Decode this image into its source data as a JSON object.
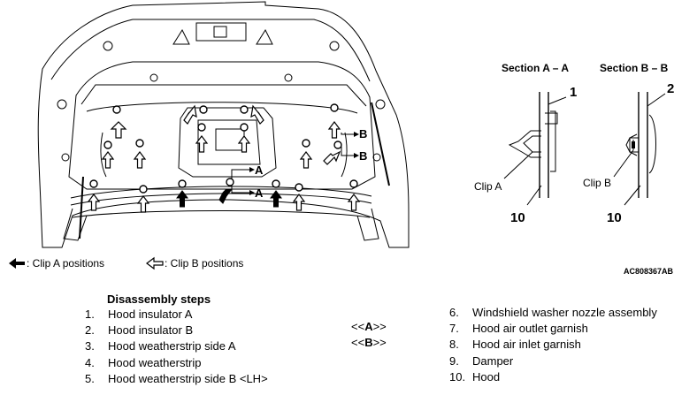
{
  "diagram": {
    "callouts": {
      "A": "A",
      "B": "B"
    },
    "section_a_title": "Section A – A",
    "section_b_title": "Section B – B",
    "section_a_labels": {
      "part_top": "1",
      "clip": "Clip A",
      "part_bottom": "10"
    },
    "section_b_labels": {
      "part_top": "2",
      "clip": "Clip B",
      "part_bottom": "10"
    },
    "legend": {
      "clip_a": ": Clip A positions",
      "clip_b": ": Clip B positions"
    },
    "reference_code": "AC808367AB",
    "icons": {
      "clip_a_marker": "filled-arrow-icon",
      "clip_b_marker": "outline-arrow-icon"
    }
  },
  "disassembly": {
    "title": "Disassembly steps",
    "steps_left": [
      {
        "num": "1.",
        "text": "Hood insulator A",
        "tag_open": "<<",
        "tag_letter": "A",
        "tag_close": ">>"
      },
      {
        "num": "2.",
        "text": "Hood insulator B",
        "tag_open": "<<",
        "tag_letter": "B",
        "tag_close": ">>"
      },
      {
        "num": "3.",
        "text": "Hood weatherstrip side A"
      },
      {
        "num": "4.",
        "text": "Hood weatherstrip"
      },
      {
        "num": "5.",
        "text": "Hood weatherstrip side B <LH>"
      }
    ],
    "steps_right": [
      {
        "num": "6.",
        "text": "Windshield washer nozzle assembly"
      },
      {
        "num": "7.",
        "text": "Hood air outlet garnish"
      },
      {
        "num": "8.",
        "text": "Hood air inlet garnish"
      },
      {
        "num": "9.",
        "text": "Damper"
      },
      {
        "num": "10.",
        "text": "Hood"
      }
    ]
  }
}
